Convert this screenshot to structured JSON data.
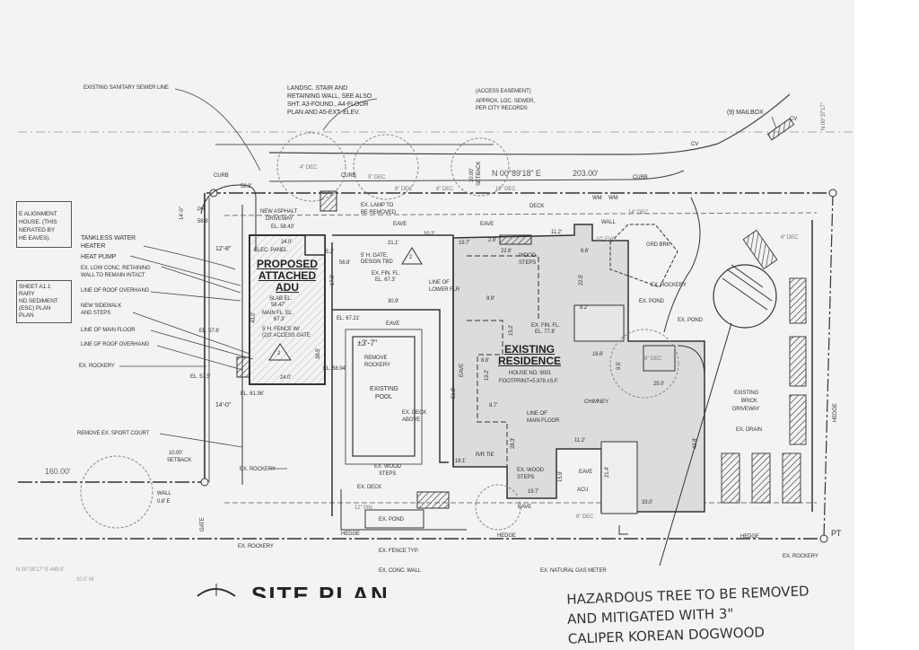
{
  "title": "SITE PLAN",
  "handwritten_note": [
    "HAZARDOUS TREE TO BE REMOVED",
    "AND MITIGATED WITH 3\"",
    "CALIPER KOREAN DOGWOOD"
  ],
  "left_notes": {
    "box1": [
      "E ALIGNMENT",
      "HOUSE. (THIS",
      "NERATED BY",
      "HE EAVES)."
    ],
    "box2": [
      "SHEET A1.1",
      "RARY",
      "ND SEDIMENT",
      "(ESC) PLAN",
      "PLAN"
    ]
  },
  "callouts": {
    "sewer": "EXISTING SANITARY SEWER LINE",
    "landsc": [
      "LANDSC. STAIR AND",
      "RETAINING WALL, SEE ALSO",
      "SHT. A3-FOUND., A4-FLOOR",
      "PLAN AND A5-EXT. ELEV."
    ],
    "easement": "(ACCESS EASEMENT)",
    "approx_sewer": [
      "APPROX. LOC. SEWER,",
      "PER CITY RECORDS"
    ],
    "mailbox": "(9) MAILBOX",
    "tankless": [
      "TANKLESS WATER",
      "HEATER"
    ],
    "heat_pump": "HEAT PUMP",
    "retaining": [
      "EX. LOW CONC. RETAINING",
      "WALL TO REMAIN INTACT"
    ],
    "roof1": "LINE OF ROOF OVERHANG",
    "sidewalk": [
      "NEW SIDEWALK",
      "AND STEPS"
    ],
    "main_floor": "LINE OF MAIN FLOOR",
    "roof2": "LINE OF ROOF OVERHANG",
    "rockery": "EX. ROCKERY",
    "sport_court": "REMOVE EX. SPORT COURT",
    "setback_left": [
      "10.00'",
      "SETBACK"
    ],
    "wall": [
      "WALL",
      "0.8' E"
    ],
    "gate": "GATE",
    "ex_rockery2": "EX. ROCKERY",
    "ex_rockery3": "EX. ROCKERY",
    "ex_deck": "EX. DECK",
    "ex_pond_b": "EX. POND",
    "hedge_b1": "HEDGE",
    "ex_fence": "EX. FENCE TYP.",
    "ex_conc": "EX. CONC. WALL",
    "gas_meter": "EX. NATURAL GAS METER",
    "hedge_b2": "HEDGE",
    "hedge_b3": "HEDGE",
    "ex_rockery4": "EX. ROCKERY",
    "pt": "PT",
    "hedge_r": "HEDGE",
    "curb1": "CURB",
    "curb2": "CURB",
    "curb3": "CURB",
    "ph": "PH",
    "new_asphalt": [
      "NEW ASPHALT",
      "DRIVEWAY"
    ],
    "ex_lamp": [
      "EX. LAMP TO",
      "BE REMOVED"
    ],
    "deck": "DECK",
    "wood_steps": [
      "WOOD",
      "STEPS"
    ],
    "wall_top": "WALL",
    "grd_brk": "GRD BRK",
    "ex_rockery_r": "EX. ROCKERY",
    "ex_pond1": "EX. POND",
    "ex_pond2": "EX. POND",
    "gate_design": [
      "5' H. GATE,",
      "DESIGN TBD"
    ],
    "fin_fl1": [
      "EX. FIN. FL.",
      "EL. 67.3'"
    ],
    "lower_flr": [
      "LINE OF",
      "LOWER FLR"
    ],
    "fin_fl2": [
      "EX. FIN. FL.",
      "EL. 77.8'"
    ],
    "remove_rockery": [
      "REMOVE",
      "ROCKERY"
    ],
    "ex_deck_above": [
      "EX. DECK",
      "ABOVE"
    ],
    "ex_wood_steps": [
      "EX. WOOD",
      "STEPS"
    ],
    "ex_wood_steps2": [
      "EX. WOOD",
      "STEPS"
    ],
    "line_main_floor": [
      "LINE OF",
      "MAIN FLOOR"
    ],
    "chimney": "CHIMNEY",
    "acu": "ACU",
    "brick_drive": [
      "EXISTING",
      "BRICK",
      "DRIVEWAY"
    ],
    "ex_drain": "EX. DRAIN",
    "rr_tie": "R/R TIE",
    "eave_labels": [
      "EAVE",
      "EAVE",
      "EAVE",
      "EAVE",
      "EAVE",
      "EAVE"
    ],
    "elec_panel": "ELEC. PANEL",
    "slab": [
      "SLAB EL.",
      "58.47'"
    ],
    "main_fl": [
      "MAIN FL. EL.",
      "67.3'"
    ],
    "fence": [
      "5' H. FENCE W/",
      "(2)3' ACCESS GATE"
    ],
    "el_58": "EL. 58.43'"
  },
  "buildings": {
    "adu": [
      "PROPOSED",
      "ATTACHED",
      "ADU"
    ],
    "residence": [
      "EXISTING",
      "RESIDENCE"
    ],
    "house_no": "HOUSE NO. 9001",
    "footprint": "FOOTPRINT=5,978 ±S.F.",
    "pool": [
      "EXISTING",
      "POOL"
    ],
    "rev_tag": "2"
  },
  "dimensions": {
    "bearing_top": "N 00°89'18\" E",
    "dist_top": "203.00'",
    "dist_left": "160.00'",
    "setback_top": [
      "10.00'",
      "SETBACK"
    ],
    "right_bearing": "N 00°37'17\"",
    "d14_0": "14'-0\"",
    "d12_8": "12'-8\"",
    "d14_0b": "14'-0\"",
    "adu_w_top": "24.0'",
    "adu_w_bot": "24.0'",
    "d5_2": "5.2'",
    "d17_0": "17.0'",
    "d43": "43.0'",
    "d38_5": "38.5'",
    "d21_1": "21.1'",
    "d10_2": "10.2'",
    "d19_7": "19.7'",
    "d2_9": "2.9'",
    "d22_6": "22.6'",
    "d11_2": "11.2'",
    "d6_6": "6.6'",
    "d22_5": "22.5'",
    "d30_9": "30.9'",
    "d9_9": "9.9'",
    "d15_2": "15.2'",
    "d8_8": "8.8'",
    "d19_2": "19.2'",
    "d8_7": "8.7'",
    "d51_8": "51.8'",
    "d28_3": "28.3'",
    "d18_1": "18.1'",
    "d19_7b": "19.7'",
    "d15_9": "15.9'",
    "d11_2b": "11.2'",
    "d21_4": "21.4'",
    "d33_0": "33.0'",
    "d43_8": "43.8'",
    "d25_0": "25.0'",
    "d16_6": "16.6'",
    "d9_5": "9.5'",
    "d8_2": "8.2'",
    "d3_7": "±3'-7\"",
    "el_6721": "EL. 67.21'",
    "el_5894": "EL. 58.94'",
    "el_6136": "EL. 61.36'",
    "el_575": "EL. 57.5'",
    "el_576": "EL. 57.6'",
    "el_586": "58.6'",
    "el_562": "56.2'",
    "el_5688": "56.8'"
  },
  "trees": [
    "4\" DEC",
    "5\" DEC",
    "6\" DEC",
    "8\" DEC",
    "12\" DEC",
    "14\" DEC",
    "10\" EVG",
    "6\" DEC",
    "6\" DEC",
    "6\" DEC",
    "12\" PIN"
  ],
  "utilities": [
    "WM",
    "WM",
    "CV",
    "CV"
  ],
  "footer_faint": [
    "N 00°38'17\" E 449.9'",
    "10.0' W"
  ]
}
